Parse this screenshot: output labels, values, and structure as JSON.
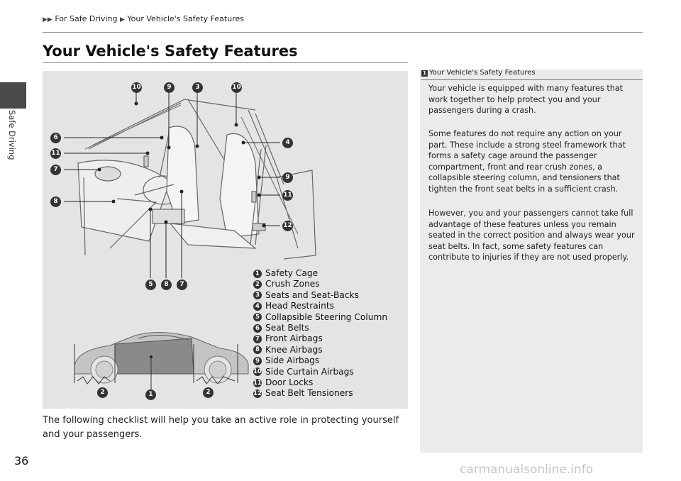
{
  "breadcrumb": {
    "items": [
      "For Safe Driving",
      "Your Vehicle's Safety Features"
    ]
  },
  "side_tab": {
    "label": "Safe Driving"
  },
  "page_title": "Your Vehicle's Safety Features",
  "figure": {
    "callouts_top": [
      "10",
      "9",
      "3",
      "10"
    ],
    "callouts_left": [
      "6",
      "11",
      "7",
      "8"
    ],
    "callouts_right": [
      "4",
      "9",
      "11",
      "12"
    ],
    "callouts_bottom": [
      "5",
      "8",
      "7"
    ],
    "car_callouts": [
      "2",
      "1",
      "2"
    ],
    "legend": [
      {
        "num": "1",
        "label": "Safety Cage"
      },
      {
        "num": "2",
        "label": "Crush Zones"
      },
      {
        "num": "3",
        "label": "Seats and Seat-Backs"
      },
      {
        "num": "4",
        "label": "Head Restraints"
      },
      {
        "num": "5",
        "label": "Collapsible Steering Column"
      },
      {
        "num": "6",
        "label": "Seat Belts"
      },
      {
        "num": "7",
        "label": "Front Airbags"
      },
      {
        "num": "8",
        "label": "Knee Airbags"
      },
      {
        "num": "9",
        "label": "Side Airbags"
      },
      {
        "num": "10",
        "label": "Side Curtain Airbags"
      },
      {
        "num": "11",
        "label": "Door Locks"
      },
      {
        "num": "12",
        "label": "Seat Belt Tensioners"
      }
    ]
  },
  "body_text": "The following checklist will help you take an active role in protecting yourself and your passengers.",
  "note": {
    "title": "Your Vehicle's Safety Features",
    "paragraphs": [
      "Your vehicle is equipped with many features that work together to help protect you and your passengers during a crash.",
      "Some features do not require any action on your part. These include a strong steel framework that forms a safety cage around the passenger compartment, front and rear crush zones, a collapsible steering column, and tensioners that tighten the front seat belts in a sufficient crash.",
      "However, you and your passengers cannot take full advantage of these features unless you remain seated in the correct position and always wear your seat belts. In fact, some safety features can contribute to injuries if they are not used properly."
    ]
  },
  "page_number": "36",
  "watermark": "carmanualsonline.info"
}
